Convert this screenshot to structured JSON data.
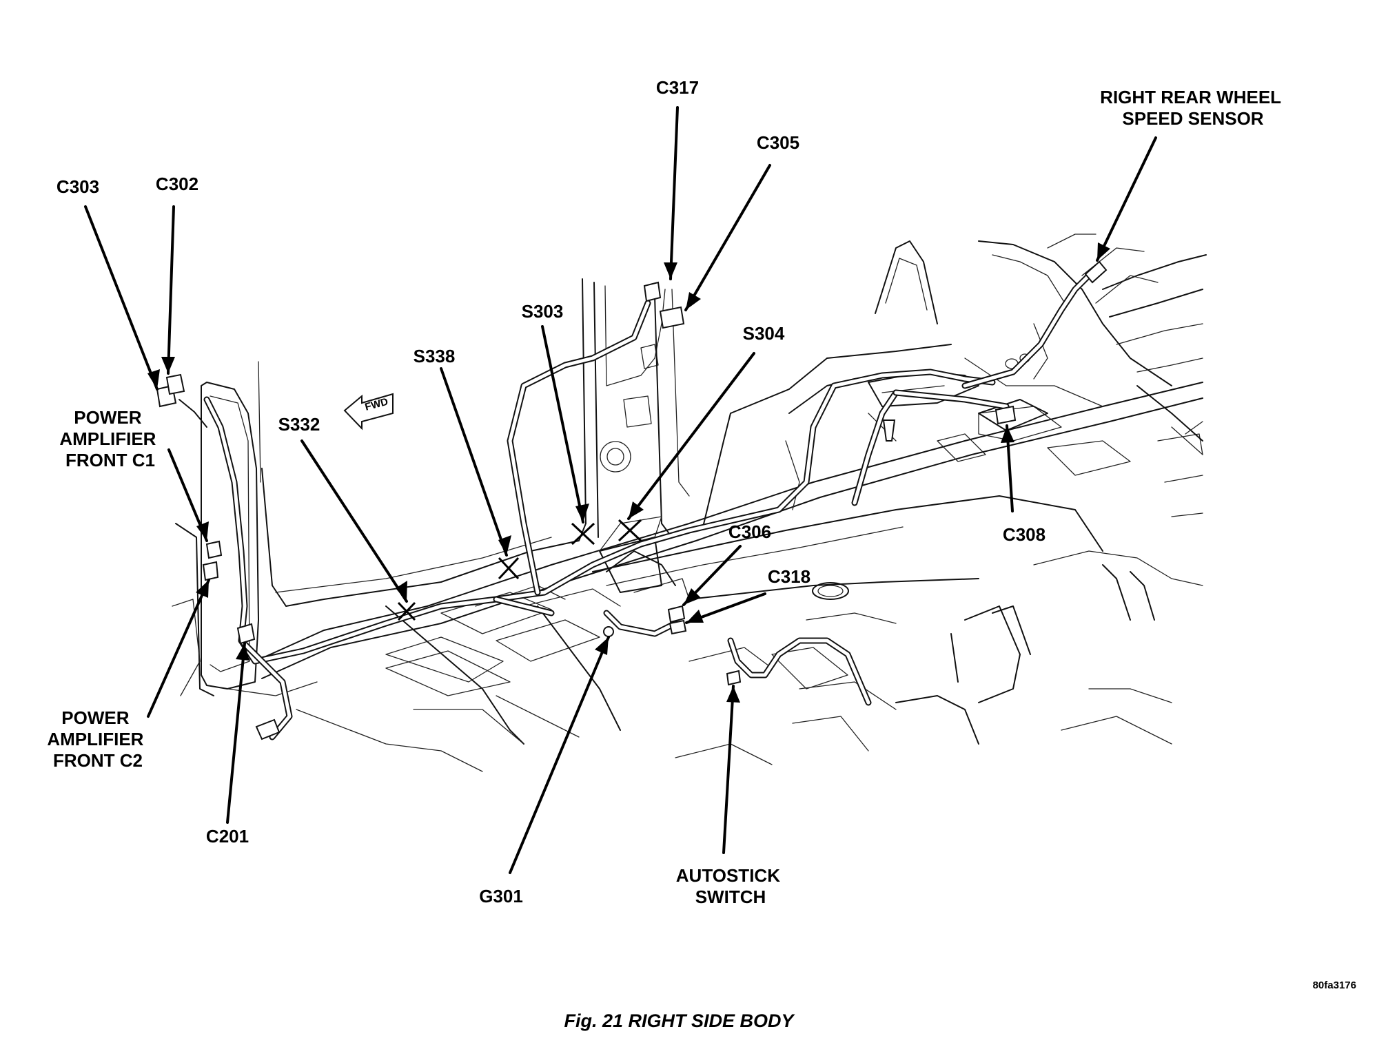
{
  "figure": {
    "caption": "Fig. 21 RIGHT SIDE BODY",
    "reference_code": "80fa3176",
    "forward_arrow_label": "FWD"
  },
  "callouts": {
    "c303": [
      "C303"
    ],
    "c302": [
      "C302"
    ],
    "c317": [
      "C317"
    ],
    "c305": [
      "C305"
    ],
    "right_rear_wheel_speed_sensor": [
      "RIGHT REAR WHEEL",
      "SPEED SENSOR"
    ],
    "power_amplifier_front_c1": [
      "POWER",
      "AMPLIFIER",
      "FRONT C1"
    ],
    "s303": [
      "S303"
    ],
    "s304": [
      "S304"
    ],
    "s338": [
      "S338"
    ],
    "s332": [
      "S332"
    ],
    "c306": [
      "C306"
    ],
    "c318": [
      "C318"
    ],
    "c308": [
      "C308"
    ],
    "power_amplifier_front_c2": [
      "POWER",
      "AMPLIFIER",
      "FRONT C2"
    ],
    "c201": [
      "C201"
    ],
    "g301": [
      "G301"
    ],
    "autostick_switch": [
      "AUTOSTICK",
      "SWITCH"
    ]
  }
}
